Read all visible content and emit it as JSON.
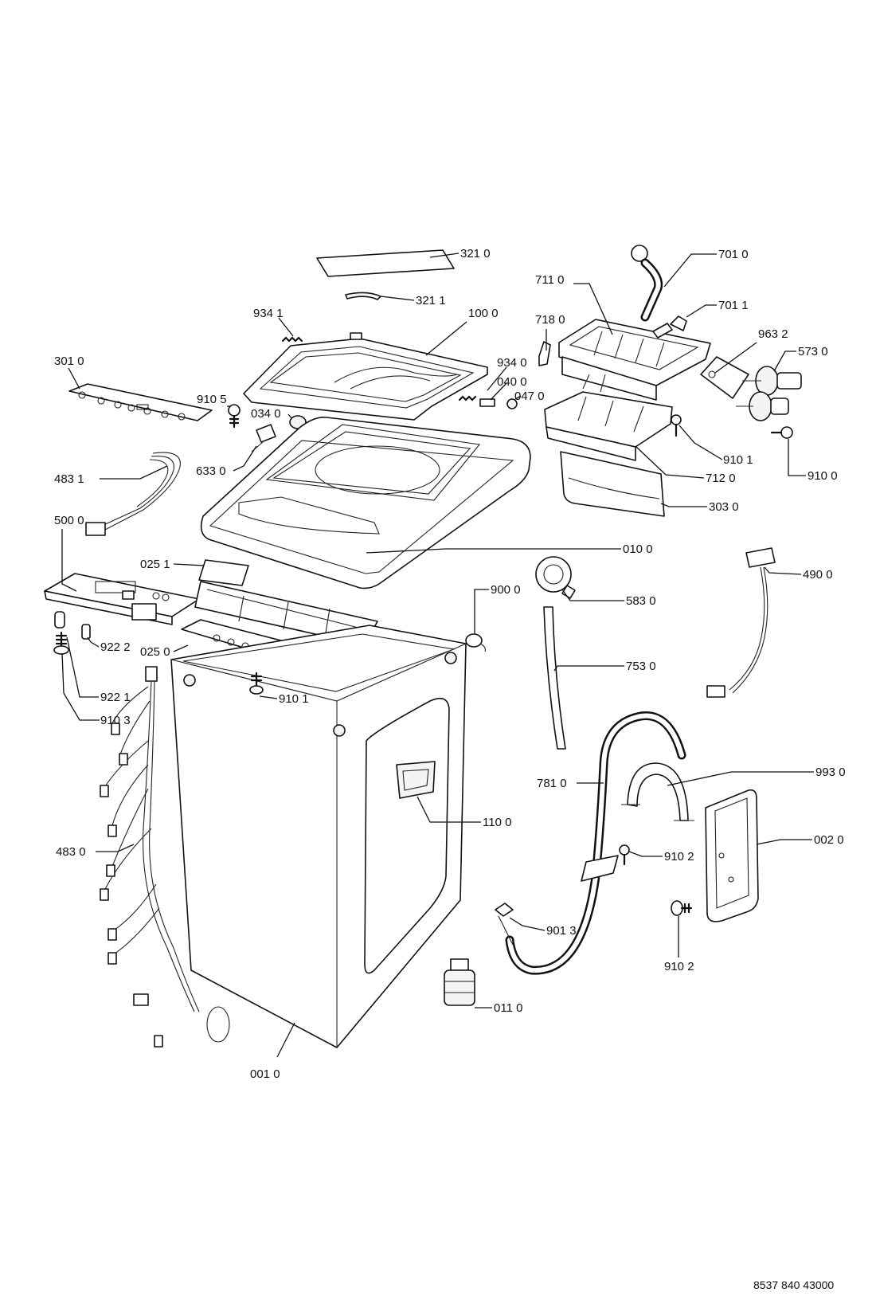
{
  "document_number": "8537 840 43000",
  "labels": {
    "p3210": "321 0",
    "p3211": "321 1",
    "p9341": "934 1",
    "p1000": "100 0",
    "p7010": "701 0",
    "p7110": "711 0",
    "p7011": "701 1",
    "p7180": "718 0",
    "p9632": "963 2",
    "p5730": "573 0",
    "p3010": "301 0",
    "p9340": "934 0",
    "p0400": "040 0",
    "p9105": "910 5",
    "p0470": "047 0",
    "p0340": "034 0",
    "p9101a": "910 1",
    "p6330": "633 0",
    "p7120": "712 0",
    "p9100": "910 0",
    "p4831": "483 1",
    "p3030": "303 0",
    "p5000": "500 0",
    "p0100": "010 0",
    "p0251": "025 1",
    "p4900": "490 0",
    "p9000": "900 0",
    "p5830": "583 0",
    "p9222": "922 2",
    "p0250": "025 0",
    "p7530": "753 0",
    "p9221": "922 1",
    "p9103": "910 3",
    "p9101b": "910 1",
    "p9930": "993 0",
    "p7810": "781 0",
    "p1100": "110 0",
    "p0020": "002 0",
    "p4830": "483 0",
    "p9102a": "910 2",
    "p9013": "901 3",
    "p9102b": "910 2",
    "p0110": "011 0",
    "p0010": "001 0"
  }
}
